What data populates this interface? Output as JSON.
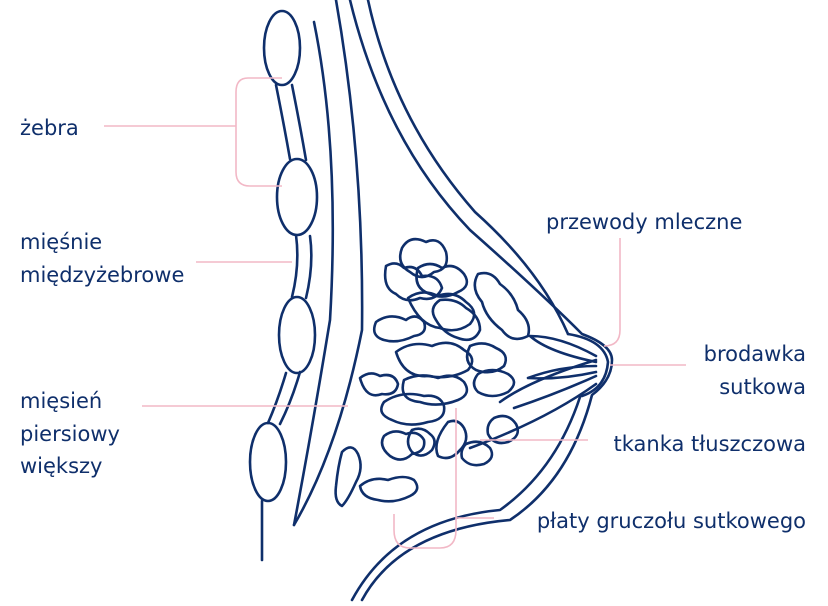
{
  "colors": {
    "outline": "#0f2f6b",
    "leader": "#f2b8c6",
    "text": "#0f2f6b",
    "background": "#ffffff"
  },
  "labels": {
    "ribs": "żebra",
    "intercostal": [
      "mięśnie",
      "międzyżebrowe"
    ],
    "pectoral": [
      "mięsień",
      "piersiowy",
      "większy"
    ],
    "ducts": "przewody mleczne",
    "nipple": [
      "brodawka",
      "sutkowa"
    ],
    "fat": "tkanka tłuszczowa",
    "lobes": "płaty gruczołu sutkowego"
  }
}
